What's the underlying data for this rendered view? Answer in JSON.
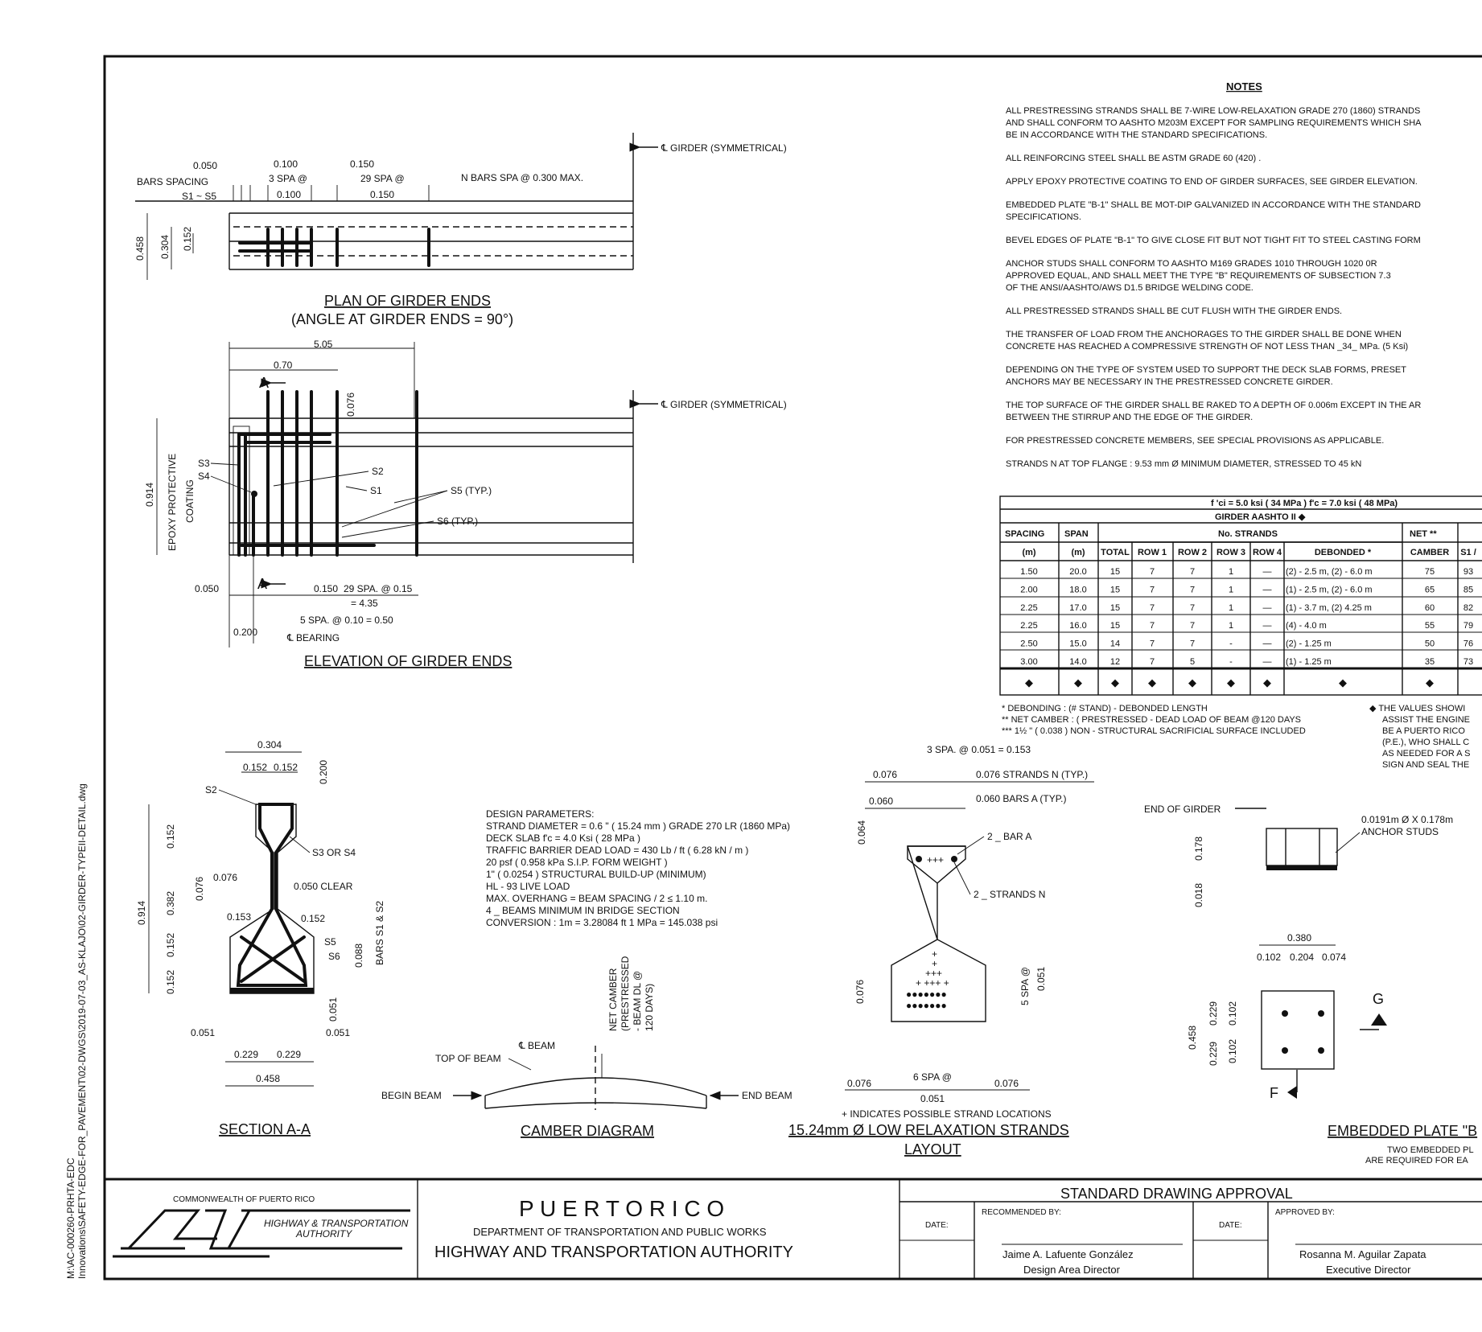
{
  "side_note": {
    "line1": "M:\\AC-000260-PRHTA-EDC",
    "line2": "Innovations\\SAFETY-EDGE-FOR_PAVEMENT\\02-DWGS\\2019-07-03_AS-KLAJO\\02-GIRDER-TYPEII-DETAIL.dwg"
  },
  "notes": {
    "title": "NOTES",
    "paragraphs": [
      [
        "ALL PRESTRESSING STRANDS SHALL BE 7-WIRE LOW-RELAXATION GRADE 270 (1860) STRANDS",
        "AND SHALL CONFORM TO AASHTO M203M EXCEPT FOR SAMPLING REQUIREMENTS WHICH SHA",
        "BE IN ACCORDANCE WITH THE STANDARD SPECIFICATIONS."
      ],
      [
        "ALL REINFORCING STEEL SHALL BE ASTM  GRADE 60 (420) ."
      ],
      [
        "APPLY EPOXY PROTECTIVE COATING TO END OF GIRDER SURFACES, SEE GIRDER ELEVATION."
      ],
      [
        "EMBEDDED PLATE \"B-1\" SHALL BE MOT-DIP GALVANIZED IN ACCORDANCE WITH THE STANDARD",
        "SPECIFICATIONS."
      ],
      [
        "BEVEL EDGES OF PLATE \"B-1\"  TO GIVE CLOSE FIT BUT NOT TIGHT FIT TO STEEL CASTING FORM"
      ],
      [
        "ANCHOR STUDS SHALL CONFORM TO AASHTO M169 GRADES 1010 THROUGH 1020 0R",
        "APPROVED EQUAL, AND SHALL MEET THE TYPE \"B\" REQUIREMENTS OF SUBSECTION 7.3",
        "OF THE ANSI/AASHTO/AWS D1.5 BRIDGE WELDING CODE."
      ],
      [
        "ALL PRESTRESSED STRANDS SHALL BE CUT FLUSH WITH THE GIRDER ENDS."
      ],
      [
        "THE TRANSFER OF LOAD FROM THE ANCHORAGES TO THE GIRDER SHALL BE DONE WHEN",
        "CONCRETE HAS REACHED A COMPRESSIVE STRENGTH OF NOT LESS THAN _34_ MPa. (5 Ksi)"
      ],
      [
        "DEPENDING ON THE TYPE OF SYSTEM USED TO SUPPORT THE DECK SLAB FORMS, PRESET",
        "ANCHORS MAY BE NECESSARY IN THE PRESTRESSED CONCRETE GIRDER."
      ],
      [
        "THE TOP SURFACE OF THE GIRDER SHALL BE RAKED TO A DEPTH OF 0.006m EXCEPT IN THE AR",
        "BETWEEN THE STIRRUP AND THE EDGE OF THE GIRDER."
      ],
      [
        "FOR PRESTRESSED CONCRETE MEMBERS, SEE SPECIAL PROVISIONS AS APPLICABLE."
      ],
      [
        "STRANDS N AT TOP FLANGE :  9.53 mm Ø MINIMUM DIAMETER, STRESSED TO 45 kN"
      ]
    ]
  },
  "table": {
    "title1": "f 'ci = 5.0 ksi ( 34 MPa ) f'c = 7.0 ksi  ( 48 MPa)",
    "title2": "GIRDER AASHTO II ◆",
    "headers1": [
      "SPACING",
      "SPAN",
      "No.  STRANDS",
      "NET **"
    ],
    "headers2": [
      "(m)",
      "(m)",
      "TOTAL",
      "ROW 1",
      "ROW 2",
      "ROW 3",
      "ROW 4",
      "DEBONDED *",
      "CAMBER",
      "S1 /"
    ],
    "rows": [
      [
        "1.50",
        "20.0",
        "15",
        "7",
        "7",
        "1",
        "—",
        "(2) - 2.5 m, (2) - 6.0 m",
        "75",
        "93"
      ],
      [
        "2.00",
        "18.0",
        "15",
        "7",
        "7",
        "1",
        "—",
        "(1) - 2.5 m, (2) - 6.0 m",
        "65",
        "85"
      ],
      [
        "2.25",
        "17.0",
        "15",
        "7",
        "7",
        "1",
        "—",
        "(1) - 3.7 m, (2) 4.25 m",
        "60",
        "82"
      ],
      [
        "2.25",
        "16.0",
        "15",
        "7",
        "7",
        "1",
        "—",
        "(4) - 4.0 m",
        "55",
        "79"
      ],
      [
        "2.50",
        "15.0",
        "14",
        "7",
        "7",
        "-",
        "—",
        "(2) - 1.25 m",
        "50",
        "76"
      ],
      [
        "3.00",
        "14.0",
        "12",
        "7",
        "5",
        "-",
        "—",
        "(1) - 1.25 m",
        "35",
        "73"
      ]
    ],
    "diamond": "◆",
    "footnotes": [
      "*    DEBONDING :  (# STAND) - DEBONDED LENGTH",
      "**   NET CAMBER  :  ( PRESTRESSED - DEAD LOAD OF BEAM @120 DAYS",
      "***  1½ \" ( 0.038 ) NON - STRUCTURAL SACRIFICIAL SURFACE INCLUDED"
    ],
    "side_note": [
      "◆  THE VALUES SHOWI",
      "ASSIST THE ENGINE",
      "BE A PUERTO RICO",
      "(P.E.), WHO SHALL C",
      "AS NEEDED FOR A S",
      "SIGN AND SEAL THE"
    ]
  },
  "plan": {
    "title": "PLAN OF GIRDER ENDS",
    "subtitle": "(ANGLE AT GIRDER ENDS = 90°)",
    "cl_label": "℄ GIRDER (SYMMETRICAL)",
    "labels": {
      "d050": "0.050",
      "d100": "0.100",
      "d150": "0.150",
      "bars_spacing": "BARS  SPACING",
      "s1s5": "S1 ~ S5",
      "spa3": "3 SPA @",
      "spa3v": "0.100",
      "spa29": "29 SPA @",
      "spa29v": "0.150",
      "nbars": "N BARS SPA @ 0.300 MAX.",
      "h458": "0.458",
      "h304": "0.304",
      "h152": "0.152"
    }
  },
  "elevation": {
    "title": "ELEVATION OF GIRDER ENDS",
    "cl_label": "℄ GIRDER (SYMMETRICAL)",
    "labels": {
      "d505": "5.05",
      "d070": "0.70",
      "a_top": "A",
      "a_bot": "A",
      "d076": "0.076",
      "h914": "0.914",
      "epoxy1": "EPOXY PROTECTIVE",
      "epoxy2": "COATING",
      "s3": "S3",
      "s4": "S4",
      "s2": "S2",
      "s1": "S1",
      "s5": "S5 (TYP.)",
      "s6": "S6 (TYP.)",
      "d050": "0.050",
      "d150": "0.150",
      "spa29": "29 SPA. @ 0.15",
      "spa29v": "= 4.35",
      "spa5": "5 SPA. @ 0.10 = 0.50",
      "d200": "0.200",
      "bearing": "℄ BEARING"
    }
  },
  "section": {
    "title": "SECTION A-A",
    "labels": {
      "w304": "0.304",
      "w152a": "0.152",
      "w152b": "0.152",
      "h200": "0.200",
      "s2": "S2",
      "s3s4": "S3 OR S4",
      "clear": "0.050 CLEAR",
      "h914": "0.914",
      "h152": "0.152",
      "h382": "0.382",
      "h076": "0.076",
      "w076": "0.076",
      "w153": "0.153",
      "w152c": "0.152",
      "h152b": "0.152",
      "h152c": "0.152",
      "s5": "S5",
      "s6": "S6",
      "h088": "0.088",
      "bars": "BARS  S1 & S2",
      "h051": "0.051",
      "w051a": "0.051",
      "w051b": "0.051",
      "w229a": "0.229",
      "w229b": "0.229",
      "w458": "0.458"
    }
  },
  "design": {
    "lines": [
      "DESIGN PARAMETERS:",
      "STRAND DIAMETER = 0.6 \" ( 15.24 mm ) GRADE 270 LR (1860 MPa)",
      "DECK SLAB f'c = 4.0 Ksi ( 28 MPa )",
      "TRAFFIC BARRIER DEAD LOAD = 430 Lb / ft  ( 6.28 kN / m )",
      "20 psf ( 0.958 kPa S.I.P. FORM WEIGHT )",
      "1\" ( 0.0254 ) STRUCTURAL BUILD-UP (MINIMUM)",
      "HL - 93 LIVE LOAD",
      "MAX. OVERHANG = BEAM SPACING / 2 ≤ 1.10 m.",
      "4 _ BEAMS MINIMUM IN BRIDGE SECTION",
      "CONVERSION : 1m = 3.28084 ft       1 MPa = 145.038 psi"
    ]
  },
  "camber": {
    "title": "CAMBER DIAGRAM",
    "net1": "NET CAMBER",
    "net2": "(PRESTRESSED",
    "net3": "- BEAM DL @",
    "net4": "120 DAYS)",
    "cl_beam": "℄ BEAM",
    "top": "TOP OF BEAM",
    "begin": "BEGIN BEAM",
    "end": "END BEAM"
  },
  "strands": {
    "title1": "15.24mm Ø LOW RELAXATION STRANDS",
    "title2": "LAYOUT",
    "indicates": "+ INDICATES POSSIBLE STRAND LOCATIONS",
    "labels": {
      "spa3": "3 SPA. @ 0.051 = 0.153",
      "d076": "0.076",
      "strands_n": "0.076 STRANDS N (TYP.)",
      "d060": "0.060",
      "bars_a": "0.060 BARS A (TYP.)",
      "d064": "0.064",
      "bar_a": "2 _ BAR A",
      "strands": "2 _ STRANDS  N",
      "spa5": "5 SPA @",
      "spa5v": "0.051",
      "h076": "0.076",
      "d076b": "0.076",
      "spa6": "6 SPA @",
      "spa6v": "0.051",
      "d076c": "0.076"
    }
  },
  "plate": {
    "title": "EMBEDDED PLATE \"B",
    "note1": "TWO EMBEDDED PL",
    "note2": "ARE REQUIRED FOR EA",
    "end_girder": "END OF GIRDER",
    "studs1": "0.0191m Ø X 0.178m",
    "studs2": "ANCHOR STUDS",
    "h178": "0.178",
    "h018": "0.018",
    "w380": "0.380",
    "w102": "0.102",
    "w204": "0.204",
    "w074": "0.074",
    "h458": "0.458",
    "h229a": "0.229",
    "h229b": "0.229",
    "h102a": "0.102",
    "h102b": "0.102",
    "g": "G",
    "f": "F"
  },
  "title_block": {
    "commonwealth": "COMMONWEALTH OF PUERTO RICO",
    "hta1": "HIGHWAY & TRANSPORTATION",
    "hta2": "AUTHORITY",
    "pr": "P U E R T O    R I C O",
    "dept": "DEPARTMENT OF TRANSPORTATION AND PUBLIC WORKS",
    "hwy": "HIGHWAY AND TRANSPORTATION AUTHORITY",
    "approval": "STANDARD DRAWING APPROVAL",
    "date1": "DATE:",
    "recommended": "RECOMMENDED BY:",
    "date2": "DATE:",
    "approved": "APPROVED BY:",
    "name1": "Jaime A. Lafuente González",
    "role1": "Design Area Director",
    "name2": "Rosanna M. Aguilar Zapata",
    "role2": "Executive Director"
  }
}
